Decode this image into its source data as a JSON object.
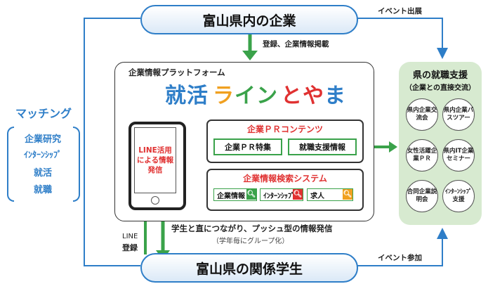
{
  "nodes": {
    "companies": "富山県内の企業",
    "students": "富山県の関係学生",
    "platform_title": "企業情報プラットフォーム",
    "logo": [
      "就",
      "活",
      "ラ",
      "イ",
      "ン",
      "と",
      "や",
      "ま"
    ],
    "phone_text": "LINE活用による情報発信",
    "pr_title": "企業ＰＲコンテンツ",
    "pr_items": [
      "企業ＰＲ特集",
      "就職支援情報"
    ],
    "search_title": "企業情報検索システム",
    "search_items": [
      "企業情報",
      "ｲﾝﾀｰﾝｼｯﾌﾟ",
      "求人"
    ],
    "support_title": "県の就職支援",
    "support_subtitle": "（企業との直接交流）",
    "support_items": [
      "県内企業交流会",
      "県内企業バスツアー",
      "女性活躍企業ＰＲ",
      "県内IT企業セミナー",
      "合同企業説明会",
      "ｲﾝﾀｰﾝｼｯﾌﾟ支援"
    ],
    "matching_title": "マッチング",
    "matching_items": [
      "企業研究",
      "ｲﾝﾀｰﾝｼｯﾌﾟ",
      "就活",
      "就職"
    ]
  },
  "edges": {
    "register": "登録、企業情報掲載",
    "event_exhibit": "イベント出展",
    "event_join": "イベント参加",
    "line_register": [
      "LINE",
      "登録"
    ],
    "push_main": "学生と直につながり、プッシュ型の情報発信",
    "push_sub": "（学年毎にグループ化）"
  },
  "colors": {
    "blue": "#2e7ec8",
    "green": "#3aa24a",
    "red": "#e03131",
    "support_bg": "#d7ead0",
    "search_icon_colors": [
      "#3aa24a",
      "#e03131",
      "#f0a020"
    ]
  }
}
